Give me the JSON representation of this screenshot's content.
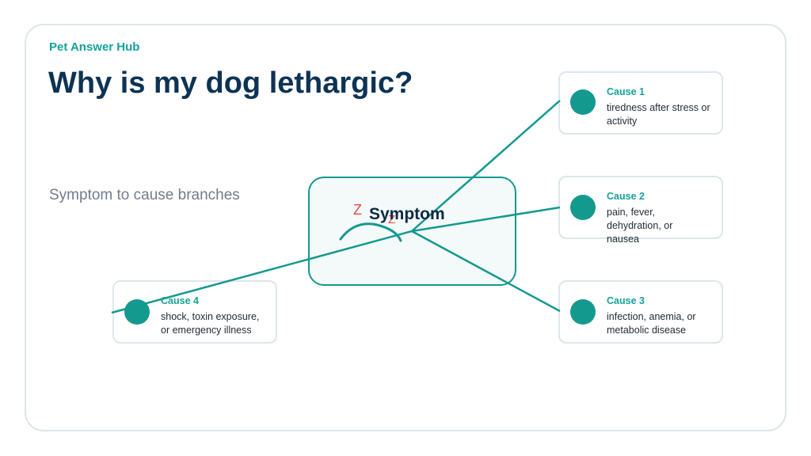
{
  "brand": "Pet Answer Hub",
  "title": "Why is my dog lethargic?",
  "subtitle": "Symptom to cause branches",
  "center": {
    "label": "Symptom",
    "sleep_letters": [
      "Z",
      "Z"
    ]
  },
  "causes": [
    {
      "title": "Cause 1",
      "text": "tiredness after stress or activity"
    },
    {
      "title": "Cause 2",
      "text": "pain, fever, dehydration, or nausea"
    },
    {
      "title": "Cause 3",
      "text": "infection, anemia, or metabolic disease"
    },
    {
      "title": "Cause 4",
      "text": "shock, toxin exposure, or emergency illness"
    }
  ],
  "colors": {
    "accent": "#14998f",
    "title": "#0d3354",
    "sleep": "#e84a4a"
  }
}
